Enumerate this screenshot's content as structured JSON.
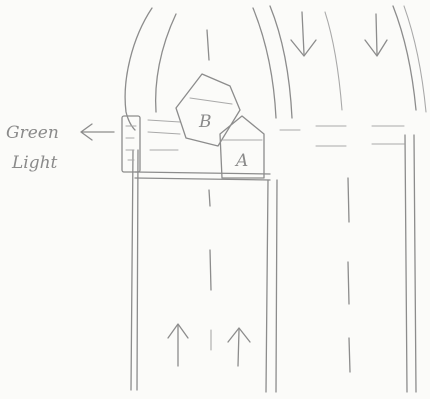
{
  "annotation": {
    "line1": "Green",
    "line2": "Light"
  },
  "car_a": {
    "label": "A"
  },
  "car_b": {
    "label": "B"
  },
  "colors": {
    "paper": "#fbfbf9",
    "pencil": "#8c8c8c"
  }
}
